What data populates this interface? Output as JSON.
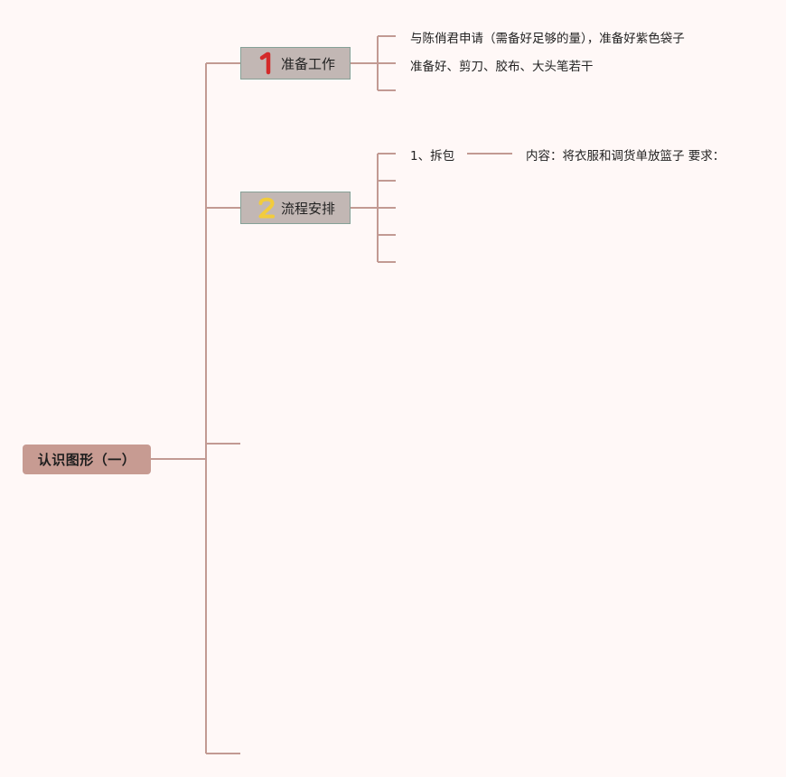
{
  "root": {
    "label": "认识图形（一）"
  },
  "branches": [
    {
      "number": "1",
      "label": "准备工作",
      "number_color": "#d42a2a",
      "children": [
        "与陈俏君申请（需备好足够的量），准备好紫色袋子",
        "准备好、剪刀、胶布、大头笔若干"
      ]
    },
    {
      "number": "2",
      "label": "流程安排",
      "number_color": "#f2cc3c",
      "children": [
        "1、拆包"
      ],
      "sub_detail": "内容：将衣服和调货单放篮子 要求："
    }
  ],
  "colors": {
    "background": "#fff8f7",
    "connector": "#c29a93",
    "root_fill": "#c79b92",
    "branch_fill": "#c2b7b4",
    "branch_border": "#85a197"
  }
}
